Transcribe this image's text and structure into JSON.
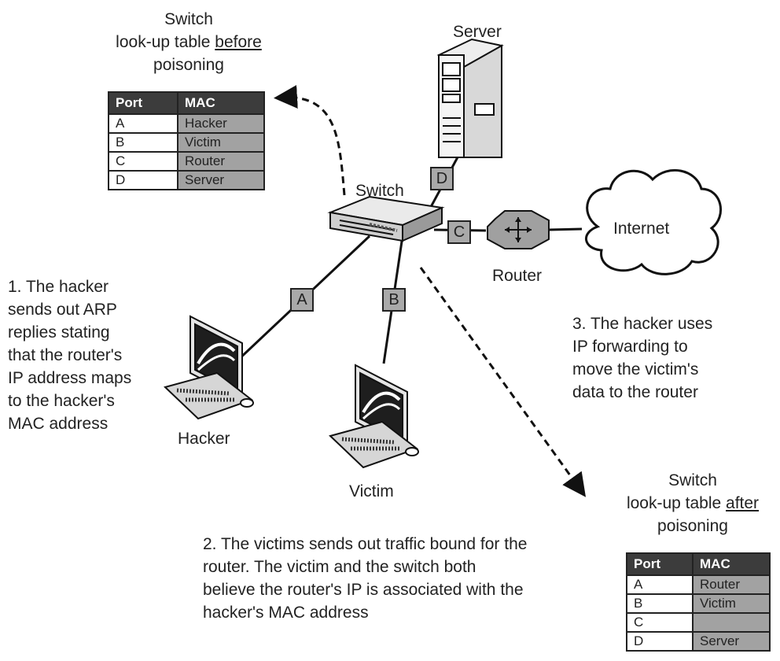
{
  "table_before": {
    "title_line1": "Switch",
    "title_line2_prefix": "look-up table ",
    "title_line2_emph": "before",
    "title_line3": "poisoning",
    "headers": [
      "Port",
      "MAC"
    ],
    "rows": [
      [
        "A",
        "Hacker"
      ],
      [
        "B",
        "Victim"
      ],
      [
        "C",
        "Router"
      ],
      [
        "D",
        "Server"
      ]
    ]
  },
  "table_after": {
    "title_line1": "Switch",
    "title_line2_prefix": "look-up table ",
    "title_line2_emph": "after",
    "title_line3": "poisoning",
    "headers": [
      "Port",
      "MAC"
    ],
    "rows": [
      [
        "A",
        "Router"
      ],
      [
        "B",
        "Victim"
      ],
      [
        "C",
        ""
      ],
      [
        "D",
        "Server"
      ]
    ]
  },
  "nodes": {
    "server": "Server",
    "switch": "Switch",
    "router": "Router",
    "internet": "Internet",
    "hacker": "Hacker",
    "victim": "Victim"
  },
  "ports": {
    "a": "A",
    "b": "B",
    "c": "C",
    "d": "D"
  },
  "notes": {
    "step1": [
      "1. The hacker",
      "sends out ARP",
      "replies stating",
      "that the router's",
      "IP address maps",
      "to the hacker's",
      "MAC address"
    ],
    "step2": [
      "2. The victims sends out traffic bound for the",
      "router.  The victim and the switch both",
      "believe the router's IP is associated with the",
      "hacker's MAC address"
    ],
    "step3": [
      "3.  The hacker uses",
      "IP forwarding to",
      "move the victim's",
      "data to the router"
    ]
  }
}
